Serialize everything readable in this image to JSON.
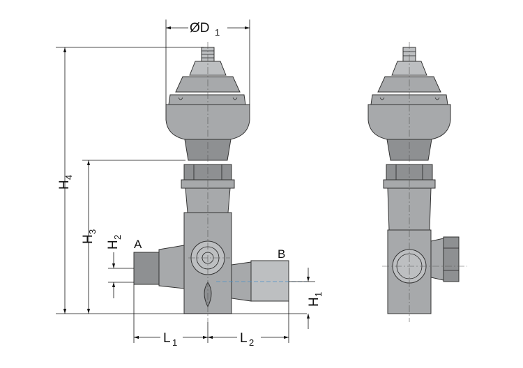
{
  "dimensions": {
    "diameter": {
      "main": "ØD",
      "sub": "1"
    },
    "h4": {
      "main": "H",
      "sub": "4"
    },
    "h3": {
      "main": "H",
      "sub": "3"
    },
    "h2": {
      "main": "H",
      "sub": "2"
    },
    "h1": {
      "main": "H",
      "sub": "1"
    },
    "l1": {
      "main": "L",
      "sub": "1"
    },
    "l2": {
      "main": "L",
      "sub": "2"
    }
  },
  "ports": {
    "a": "A",
    "b": "B"
  },
  "colors": {
    "body": "#a7a9ab",
    "outline": "#333333",
    "centerline": "#4a90c8"
  }
}
